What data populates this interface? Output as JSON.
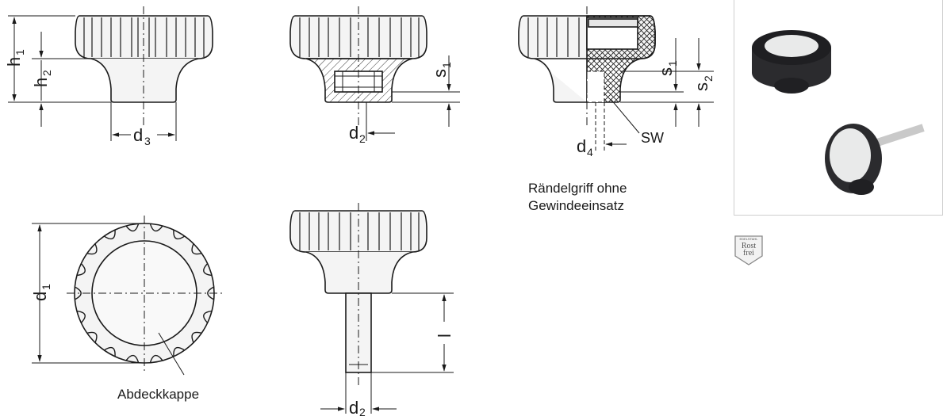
{
  "labels": {
    "h1": "h",
    "h1_sub": "1",
    "h2": "h",
    "h2_sub": "2",
    "d3": "d",
    "d3_sub": "3",
    "d2a": "d",
    "d2a_sub": "2",
    "s1a": "s",
    "s1a_sub": "1",
    "s1b": "s",
    "s1b_sub": "1",
    "s2": "s",
    "s2_sub": "2",
    "d4": "d",
    "d4_sub": "4",
    "sw": "SW",
    "d1": "d",
    "d1_sub": "1",
    "l": "l",
    "d2b": "d",
    "d2b_sub": "2"
  },
  "notes": {
    "caption_line1": "Rändelgriff ohne",
    "caption_line2": "Gewindeeinsatz",
    "cap_label": "Abdeckkappe"
  },
  "badge": {
    "top": "EDELSTAHL",
    "line1": "Rost",
    "line2": "frei"
  },
  "colors": {
    "knob_dark": "#2b2b2e",
    "cap_light": "#e9eaea",
    "line": "#1a1a1a",
    "frame": "#cfcfcf"
  }
}
